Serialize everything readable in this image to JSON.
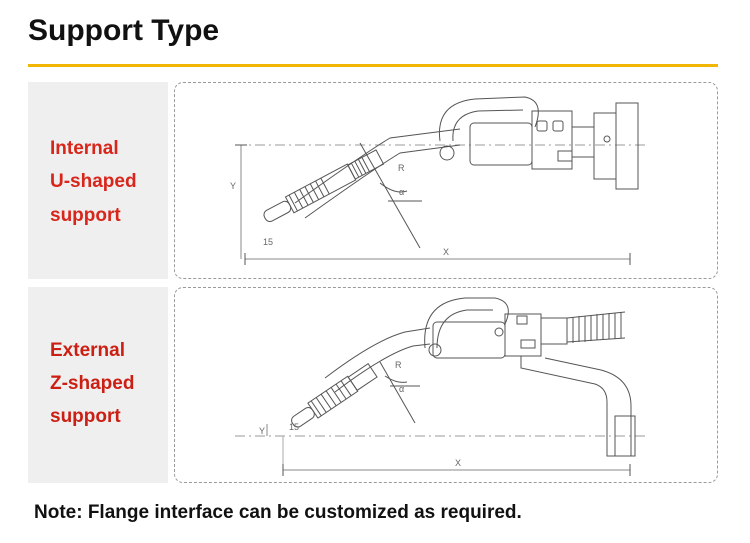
{
  "page": {
    "title": "Support Type",
    "note": "Note: Flange interface can be customized as required."
  },
  "sections": [
    {
      "label_lines": [
        "Internal",
        "U-shaped",
        "support"
      ],
      "dimension_labels": {
        "x": "X",
        "y": "Y",
        "r": "R",
        "a": "α",
        "b": "15"
      }
    },
    {
      "label_lines": [
        "External",
        "Z-shaped",
        "support"
      ],
      "dimension_labels": {
        "x": "X",
        "y": "Y",
        "r": "R",
        "a": "α",
        "b": "15"
      }
    }
  ],
  "colors": {
    "accent_rule": "#f2b704",
    "label_text": "#d8261b",
    "panel_bg": "#efefef"
  }
}
